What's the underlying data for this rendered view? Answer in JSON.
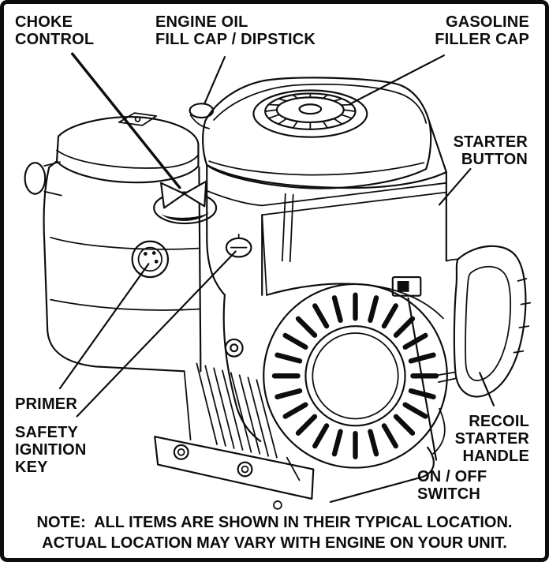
{
  "diagram": {
    "type": "engine-parts-callout",
    "colors": {
      "ink": "#0d0d0d",
      "background": "#ffffff"
    },
    "labels": {
      "choke_control": "CHOKE\nCONTROL",
      "engine_oil_fill": "ENGINE OIL\nFILL CAP / DIPSTICK",
      "gasoline_filler_cap": "GASOLINE\nFILLER CAP",
      "starter_button": "STARTER\nBUTTON",
      "primer": "PRIMER",
      "safety_ignition_key": "SAFETY\nIGNITION\nKEY",
      "recoil_starter_handle": "RECOIL\nSTARTER\nHANDLE",
      "on_off_switch": "ON / OFF\nSWITCH"
    },
    "note": {
      "line1": "NOTE:  ALL ITEMS ARE SHOWN IN THEIR TYPICAL LOCATION.",
      "line2": "ACTUAL LOCATION MAY VARY WITH ENGINE ON YOUR UNIT."
    }
  }
}
